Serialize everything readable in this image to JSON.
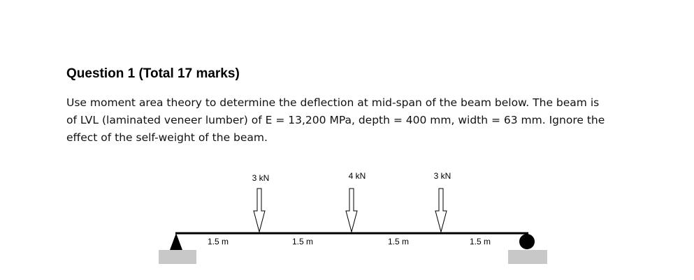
{
  "question": {
    "title": "Question 1 (Total 17 marks)",
    "lines": [
      "Use moment area theory to determine the deflection at mid-span of the beam below. The beam is",
      "of LVL (laminated veneer lumber) of E = 13,200 MPa, depth = 400 mm, width = 63 mm. Ignore the",
      "effect of the self-weight of the beam."
    ]
  },
  "diagram": {
    "loads": [
      {
        "label": "3 kN",
        "value_kN": 3
      },
      {
        "label": "4 kN",
        "value_kN": 4
      },
      {
        "label": "3 kN",
        "value_kN": 3
      }
    ],
    "spans": [
      "1.5 m",
      "1.5 m",
      "1.5 m",
      "1.5 m"
    ],
    "supports": {
      "left": "pin-triangle",
      "right": "roller-circle"
    }
  }
}
